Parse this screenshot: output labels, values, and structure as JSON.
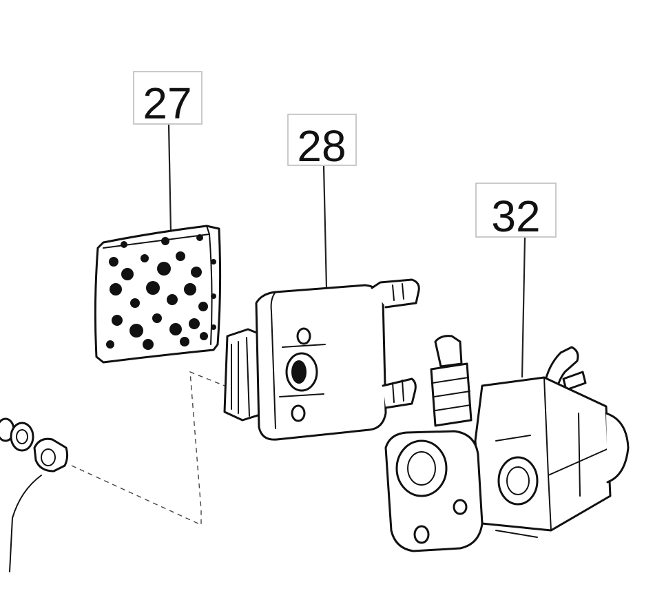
{
  "callouts": [
    {
      "id": "27",
      "label": "27"
    },
    {
      "id": "28",
      "label": "28"
    },
    {
      "id": "32",
      "label": "32"
    }
  ],
  "colors": {
    "ink": "#111111",
    "box_border": "#b9b9b9",
    "background": "#ffffff"
  }
}
